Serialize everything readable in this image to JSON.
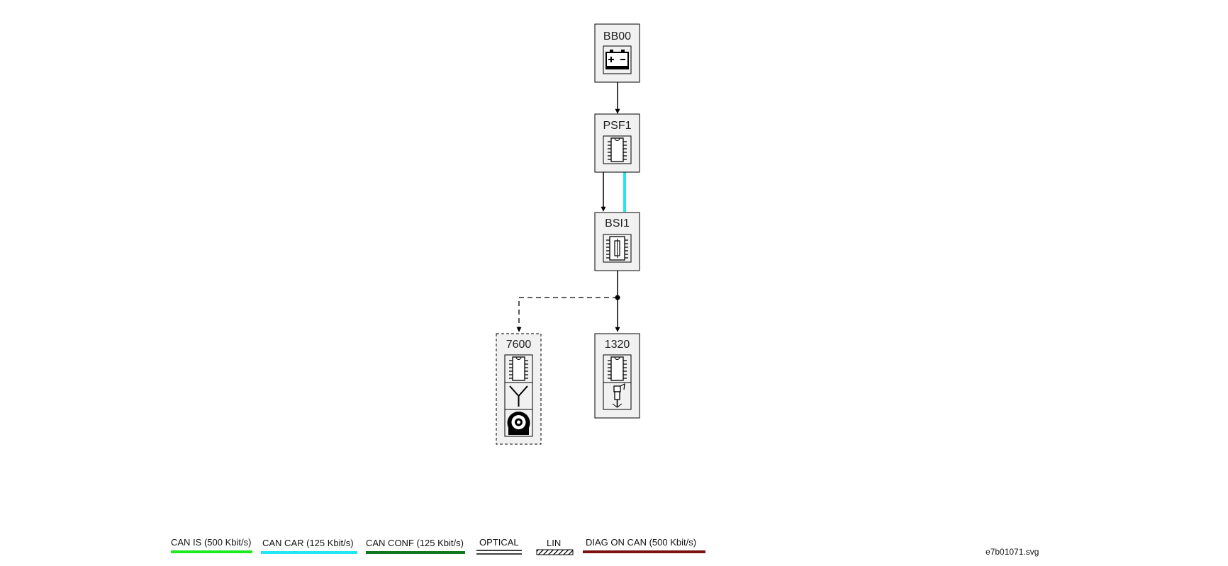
{
  "nodes": {
    "bb00": {
      "label": "BB00",
      "icon": "battery-icon"
    },
    "psf1": {
      "label": "PSF1",
      "icon": "chip-icon"
    },
    "bsi1": {
      "label": "BSI1",
      "icon": "chip-fuse-icon"
    },
    "n7600": {
      "label": "7600",
      "icons": [
        "chip-icon",
        "antenna-icon",
        "speaker-icon"
      ],
      "optional": true
    },
    "n1320": {
      "label": "1320",
      "icons": [
        "chip-icon",
        "injector-icon"
      ]
    }
  },
  "connections": [
    {
      "from": "BB00",
      "to": "PSF1",
      "type": "power",
      "color": "#000000"
    },
    {
      "from": "PSF1",
      "to": "BSI1",
      "type": "power",
      "color": "#000000"
    },
    {
      "from": "PSF1",
      "to": "BSI1",
      "type": "CAN CAR",
      "color": "#22e6f0"
    },
    {
      "from": "BSI1",
      "to": "1320",
      "type": "power",
      "color": "#000000"
    },
    {
      "from": "BSI1",
      "to": "7600",
      "type": "power-optional",
      "color": "#000000"
    }
  ],
  "legend": [
    {
      "label": "CAN IS (500 Kbit/s)",
      "color": "#1ee81e",
      "style": "solid"
    },
    {
      "label": "CAN CAR (125 Kbit/s)",
      "color": "#22e6f0",
      "style": "solid"
    },
    {
      "label": "CAN CONF (125 Kbit/s)",
      "color": "#127a1e",
      "style": "solid"
    },
    {
      "label": "OPTICAL",
      "color": "#000000",
      "style": "double"
    },
    {
      "label": "LIN",
      "color": "#000000",
      "style": "hatched"
    },
    {
      "label": "DIAG ON CAN  (500 Kbit/s)",
      "color": "#7a1010",
      "style": "solid"
    }
  ],
  "filename": "e7b01071.svg"
}
